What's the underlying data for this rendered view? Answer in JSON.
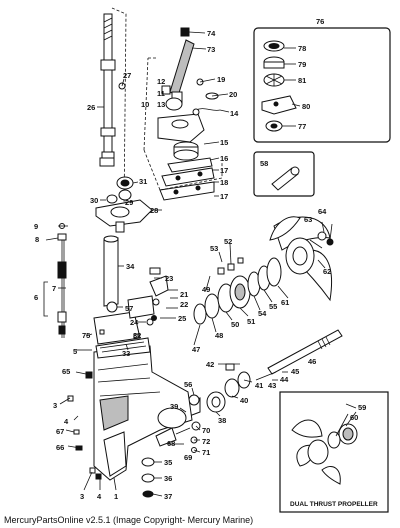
{
  "caption": "MercuryPartsOnline v2.5.1 (Image Copyright- Mercury Marine)",
  "inset_label": "DUAL THRUST PROPELLER",
  "callouts": {
    "c1": "1",
    "c3a": "3",
    "c3b": "3",
    "c4a": "4",
    "c4b": "4",
    "c5": "5",
    "c6": "6",
    "c7": "7",
    "c8": "8",
    "c9": "9",
    "c10": "10",
    "c11": "11",
    "c12": "12",
    "c13": "13",
    "c14": "14",
    "c15": "15",
    "c16": "16",
    "c17a": "17",
    "c17b": "17",
    "c18": "18",
    "c19": "19",
    "c20": "20",
    "c21": "21",
    "c22": "22",
    "c23": "23",
    "c24": "24",
    "c25": "25",
    "c26": "26",
    "c27": "27",
    "c28": "28",
    "c29": "29",
    "c30": "30",
    "c31": "31",
    "c32": "32",
    "c33": "33",
    "c34": "34",
    "c35": "35",
    "c36": "36",
    "c37": "37",
    "c38": "38",
    "c39": "39",
    "c40": "40",
    "c41": "41",
    "c42": "42",
    "c43": "43",
    "c44": "44",
    "c45": "45",
    "c46": "46",
    "c47": "47",
    "c48": "48",
    "c49": "49",
    "c50": "50",
    "c51": "51",
    "c52": "52",
    "c53": "53",
    "c54": "54",
    "c55": "55",
    "c56": "56",
    "c57": "57",
    "c58": "58",
    "c59": "59",
    "c60": "60",
    "c61": "61",
    "c62": "62",
    "c63": "63",
    "c64": "64",
    "c65": "65",
    "c66": "66",
    "c67": "67",
    "c68": "68",
    "c69": "69",
    "c70": "70",
    "c71": "71",
    "c72": "72",
    "c73": "73",
    "c74": "74",
    "c75": "75",
    "c76": "76",
    "c77": "77",
    "c78": "78",
    "c79": "79",
    "c80": "80",
    "c81": "81"
  }
}
